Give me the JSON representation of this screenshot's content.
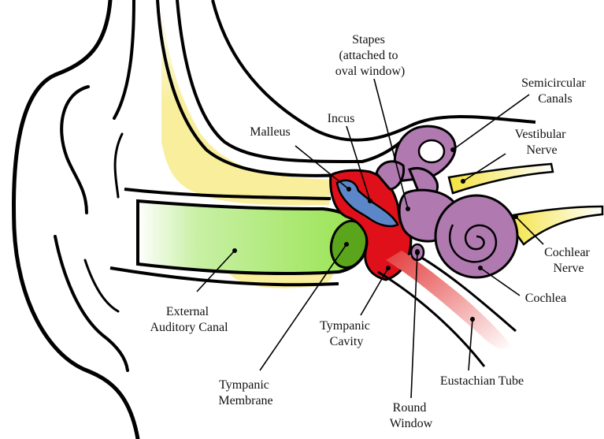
{
  "labels": {
    "stapes": [
      "Stapes",
      "(attached to",
      "oval window)"
    ],
    "semicircular_canals": [
      "Semicircular",
      "Canals"
    ],
    "vestibular_nerve": [
      "Vestibular",
      "Nerve"
    ],
    "malleus": [
      "Malleus"
    ],
    "incus": [
      "Incus"
    ],
    "cochlear_nerve": [
      "Cochlear",
      "Nerve"
    ],
    "cochlea": [
      "Cochlea"
    ],
    "external_auditory_canal": [
      "External",
      "Auditory Canal"
    ],
    "tympanic_cavity": [
      "Tympanic",
      "Cavity"
    ],
    "eustachian_tube": [
      "Eustachian Tube"
    ],
    "tympanic_membrane": [
      "Tympanic",
      "Membrane"
    ],
    "round_window": [
      "Round",
      "Window"
    ]
  },
  "colors": {
    "bone": "#f8ee9c",
    "canal": "#96e34e",
    "membrane": "#5aa51c",
    "middle_ear": "#e0101a",
    "ossicles": "#5b87c9",
    "inner_ear": "#b07ab0",
    "nerve": "#f3e23c",
    "tube": "#e33a3a"
  }
}
